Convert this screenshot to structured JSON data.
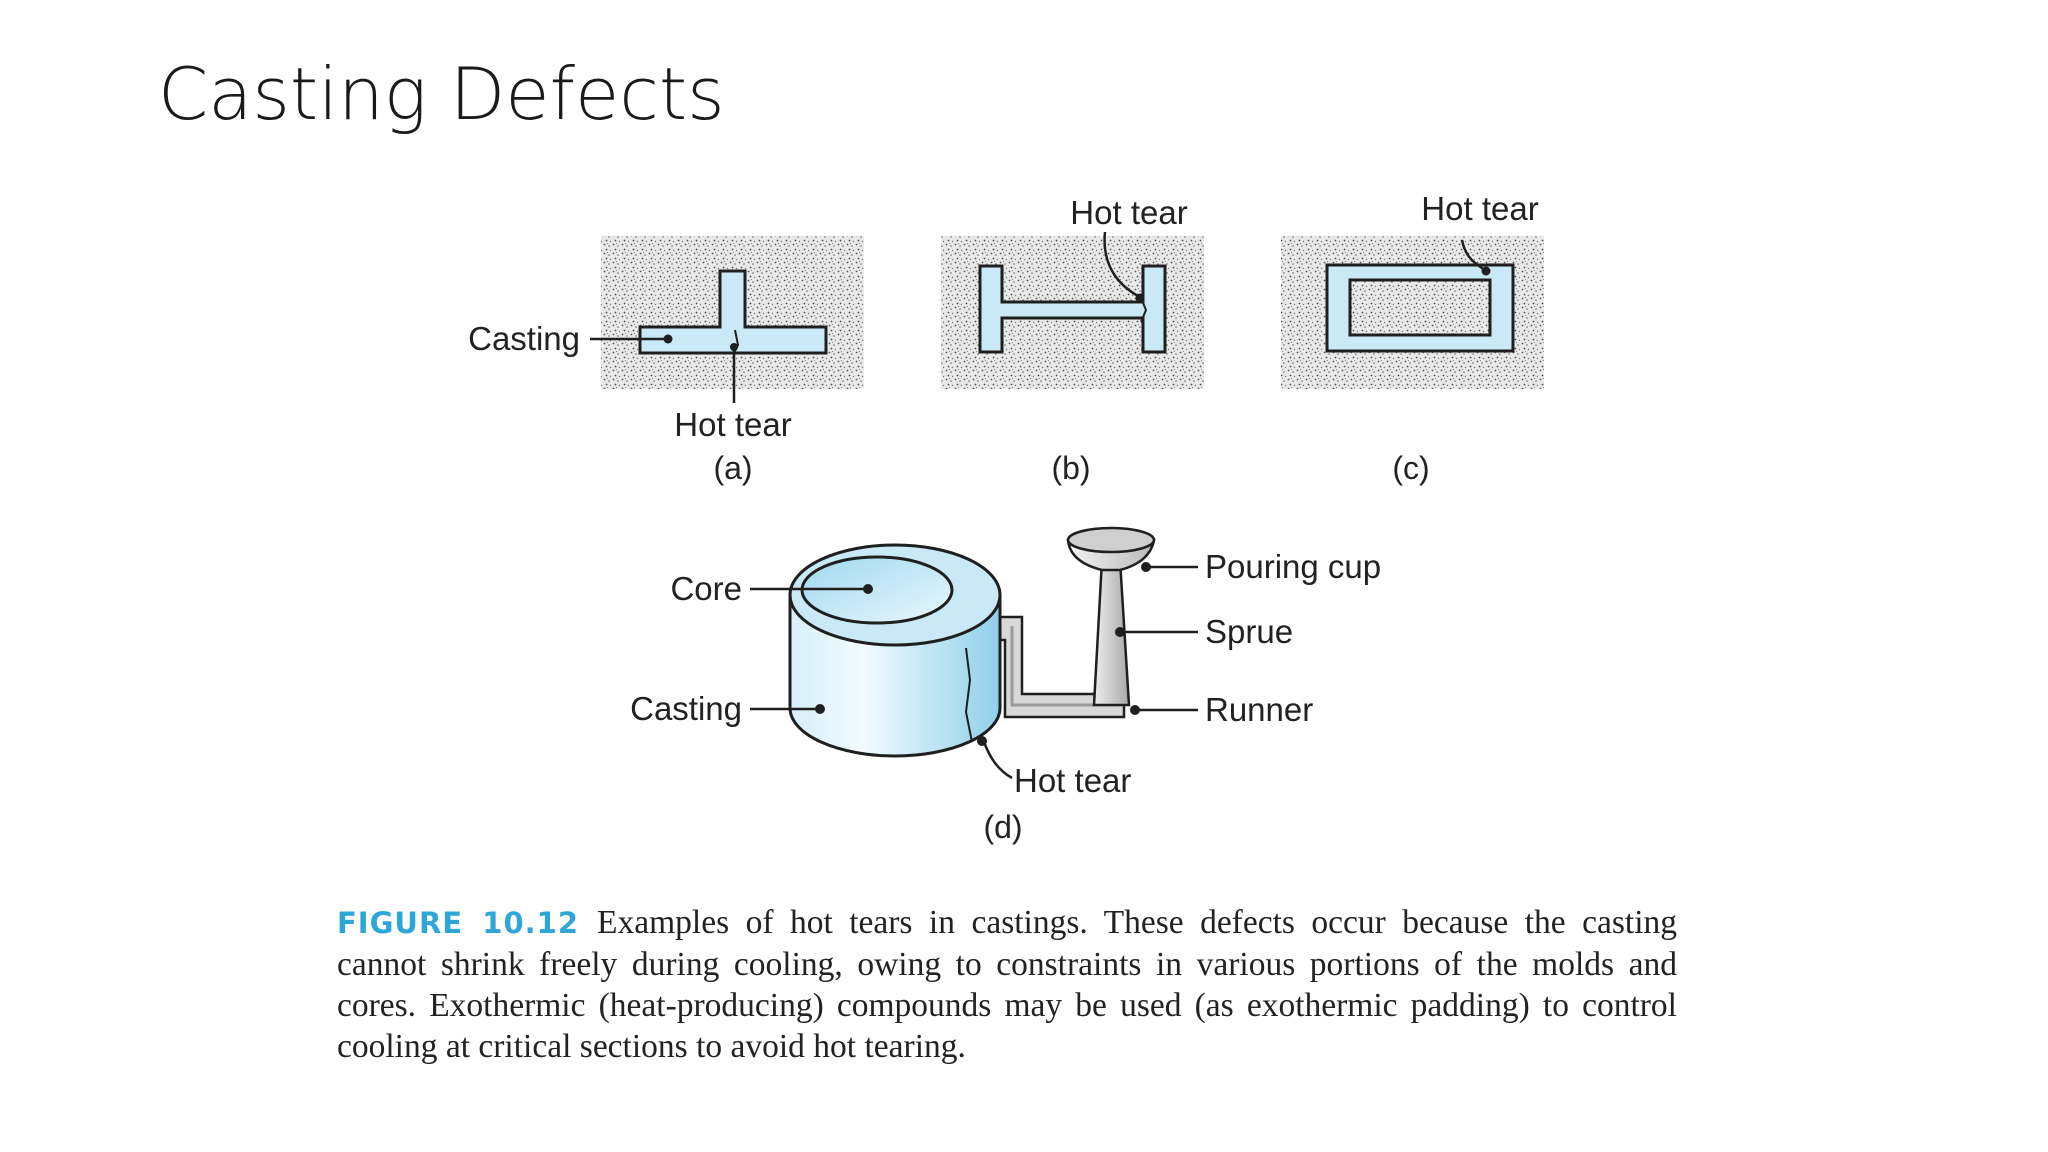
{
  "slide": {
    "title": "Casting Defects"
  },
  "figure": {
    "labels": {
      "a_casting": "Casting",
      "a_hot_tear": "Hot tear",
      "b_hot_tear": "Hot tear",
      "c_hot_tear": "Hot tear",
      "d_core": "Core",
      "d_casting": "Casting",
      "d_pouring_cup": "Pouring cup",
      "d_sprue": "Sprue",
      "d_runner": "Runner",
      "d_hot_tear": "Hot tear"
    },
    "subfigures": {
      "a": "(a)",
      "b": "(b)",
      "c": "(c)",
      "d": "(d)"
    }
  },
  "caption": {
    "label": "FIGURE 10.12",
    "text": "Examples of hot tears in castings. These defects occur because the casting cannot shrink freely during cooling, owing to constraints in various portions of the molds and cores. Exothermic (heat-producing) compounds may be used (as exothermic padding) to control cooling at critical sections to avoid hot tearing."
  },
  "colors": {
    "casting_fill": "#c9e9f6",
    "casting_fill_dark": "#8fd0ea",
    "caption_label": "#2ea6d8",
    "outline": "#1f1f1f"
  }
}
